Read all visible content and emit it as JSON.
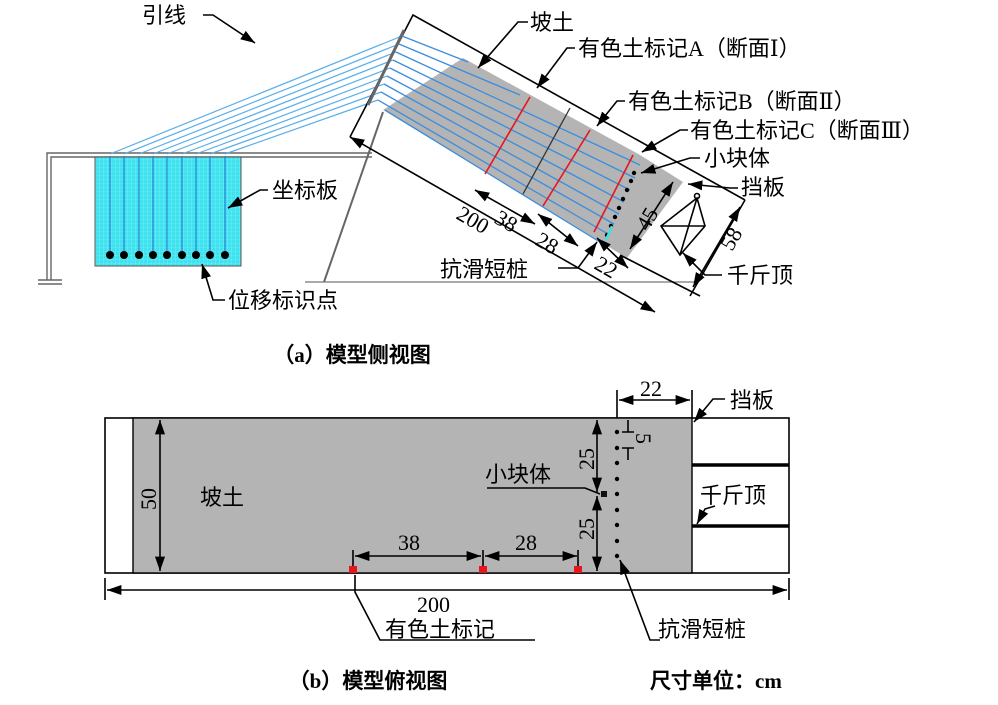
{
  "side_view": {
    "caption": "（a）模型侧视图",
    "labels": {
      "lead_wire": "引线",
      "slope_soil": "坡土",
      "marker_a": "有色土标记A（断面Ⅰ）",
      "marker_b": "有色土标记B（断面Ⅱ）",
      "marker_c": "有色土标记C（断面Ⅲ）",
      "small_block": "小块体",
      "baffle": "挡板",
      "coordinate_board": "坐标板",
      "displacement_points": "位移标识点",
      "anti_slide_pile": "抗滑短桩",
      "jack": "千斤顶"
    },
    "dimensions": {
      "length": "200",
      "a_to_b": "38",
      "b_to_c": "28",
      "c_to_end": "22",
      "height_front": "45",
      "height_box": "58"
    }
  },
  "top_view": {
    "caption": "（b）模型俯视图",
    "unit_note": "尺寸单位：cm",
    "labels": {
      "slope_soil": "坡土",
      "small_block": "小块体",
      "baffle": "挡板",
      "jack": "千斤顶",
      "colored_marker": "有色土标记",
      "anti_slide_pile": "抗滑短桩"
    },
    "dimensions": {
      "width": "50",
      "length": "200",
      "a_to_b": "38",
      "b_to_c": "28",
      "pile_to_baffle": "22",
      "half_upper": "25",
      "half_lower": "25",
      "pile_spacing": "5"
    }
  },
  "colors": {
    "soil": "#b4b4b4",
    "board": "#3fe3f0",
    "marker": "#e8141e",
    "wire": "#3a8de0"
  }
}
